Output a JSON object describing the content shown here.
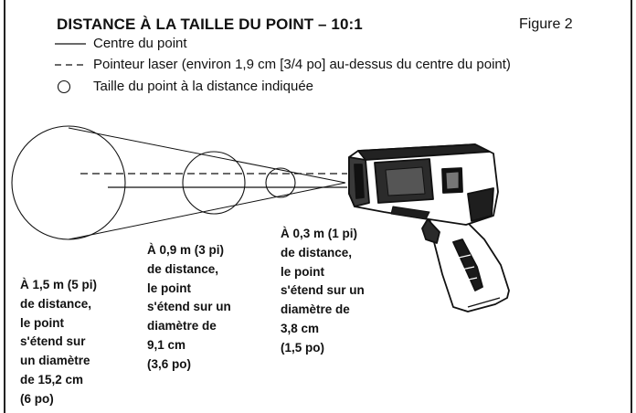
{
  "title": "DISTANCE À LA TAILLE DU POINT – 10:1",
  "figure_label": "Figure 2",
  "legend": {
    "solid_line": "Centre du point",
    "dashed_line": "Pointeur laser (environ 1,9 cm [3/4 po] au-dessus du centre du point)",
    "circle": "Taille du point à la distance indiquée"
  },
  "captions": {
    "far": [
      "À 1,5 m (5 pi)",
      "de distance,",
      "le point",
      "s'étend sur",
      "un diamètre",
      "de 15,2 cm",
      "(6 po)"
    ],
    "mid": [
      "À 0,9 m (3 pi)",
      "de distance,",
      "le point",
      "s'étend sur un",
      "diamètre de",
      "9,1 cm",
      "(3,6 po)"
    ],
    "near": [
      "À 0,3 m (1 pi)",
      "de distance,",
      "le point",
      "s'étend sur un",
      "diamètre de",
      "3,8 cm",
      "(1,5 po)"
    ]
  },
  "icons": [
    "thermometer-gun-icon",
    "spot-circle-icon"
  ]
}
